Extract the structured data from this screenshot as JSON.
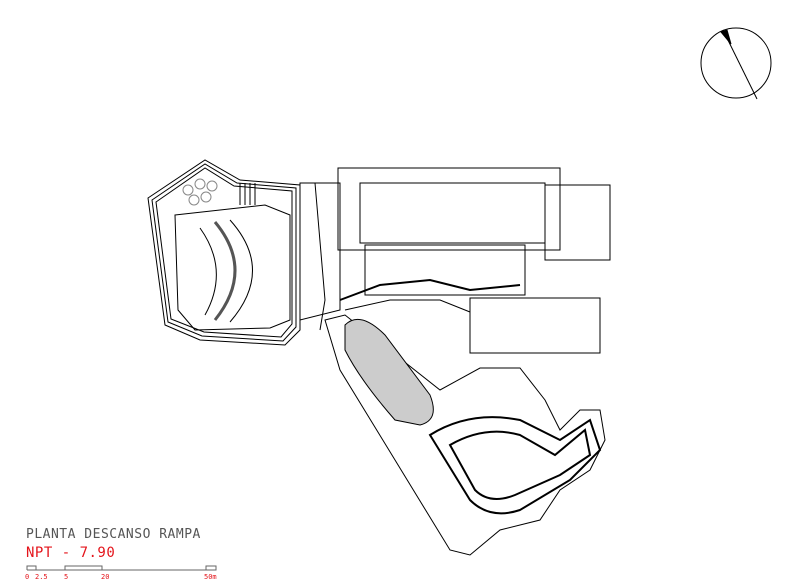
{
  "drawing": {
    "title": "PLANTA DESCANSO RAMPA",
    "level": "NPT - 7.90",
    "scale_labels": [
      "0",
      "2.5",
      "5",
      "20",
      "50m"
    ],
    "line_color": "#000000",
    "label_color": "#555555",
    "accent_color": "#e4141b"
  },
  "north_arrow": {
    "icon": "north-arrow-icon"
  }
}
